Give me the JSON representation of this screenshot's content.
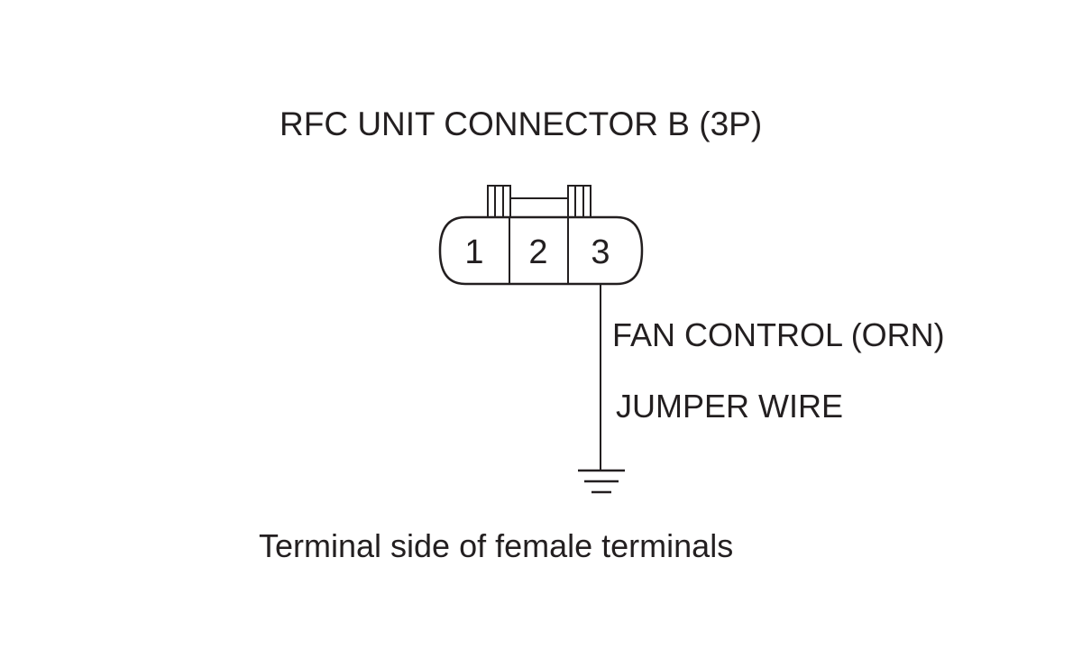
{
  "connector": {
    "title": "RFC UNIT CONNECTOR B (3P)",
    "pins": [
      "1",
      "2",
      "3"
    ]
  },
  "wire": {
    "label": "FAN CONTROL (ORN)",
    "jumper_label": "JUMPER WIRE",
    "ground_symbol": "ground-icon"
  },
  "footer": {
    "note": "Terminal side of female terminals"
  },
  "colors": {
    "line": "#231f20",
    "background": "#ffffff"
  }
}
